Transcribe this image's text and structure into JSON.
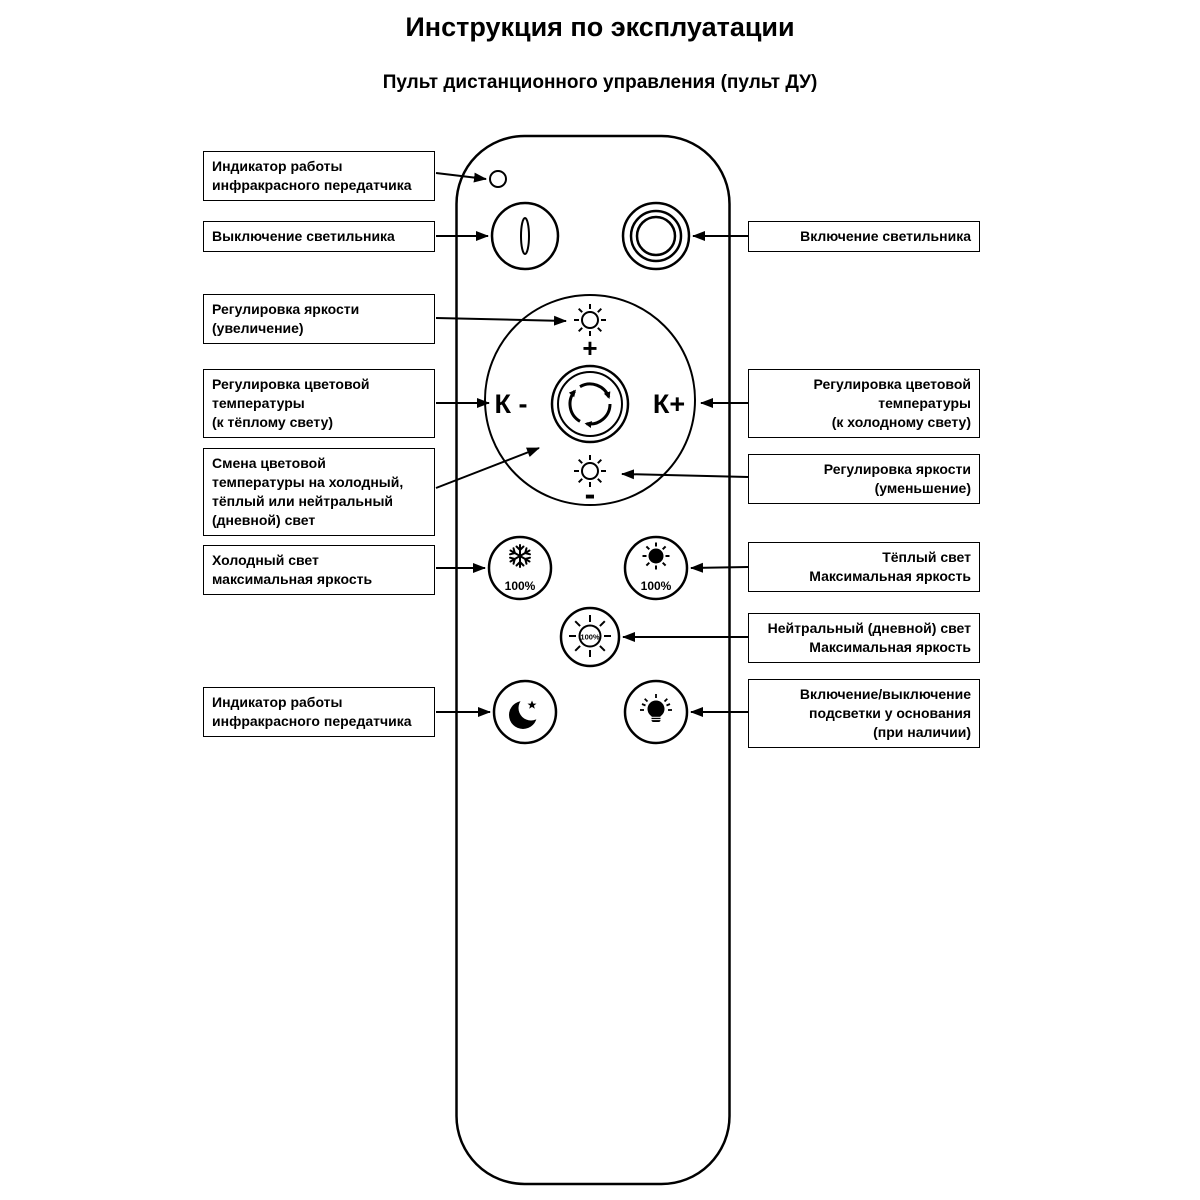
{
  "page": {
    "title": "Инструкция по эксплуатации",
    "subtitle": "Пульт дистанционного управления (пульт ДУ)"
  },
  "remote": {
    "k_minus": "К -",
    "k_plus": "К+",
    "plus": "+",
    "minus": "-",
    "pct_cold": "100%",
    "pct_warm": "100%",
    "pct_neutral": "100%"
  },
  "callouts": {
    "left": [
      {
        "label": "Индикатор работы\nинфракрасного передатчика"
      },
      {
        "label": "Выключение светильника"
      },
      {
        "label": "Регулировка яркости\n(увеличение)"
      },
      {
        "label": "Регулировка цветовой\nтемпературы\n(к тёплому свету)"
      },
      {
        "label": "Смена цветовой\nтемпературы на холодный,\nтёплый или нейтральный\n(дневной) свет"
      },
      {
        "label": "Холодный свет\nмаксимальная яркость"
      },
      {
        "label": "Индикатор работы\nинфракрасного передатчика"
      }
    ],
    "right": [
      {
        "label": "Включение светильника"
      },
      {
        "label": "Регулировка цветовой\nтемпературы\n(к холодному свету)"
      },
      {
        "label": "Регулировка яркости\n(уменьшение)"
      },
      {
        "label": "Тёплый свет\nМаксимальная яркость"
      },
      {
        "label": "Нейтральный (дневной) свет\nМаксимальная яркость"
      },
      {
        "label": "Включение/выключение\nподсветки у основания\n(при наличии)"
      }
    ]
  },
  "icons": {
    "ir_indicator": "small-circle",
    "power_off": "circle-with-bar",
    "power_on": "concentric-rings",
    "brightness_up": "sun-plus",
    "color_temp_wheel": "cycle-arrows",
    "brightness_down": "sun-minus",
    "cold_max": "snowflake",
    "warm_max": "sun-filled",
    "neutral_max": "sun-outline",
    "night_mode": "moon-star",
    "base_light": "bulb"
  },
  "colors": {
    "ink": "#000000",
    "paper": "#ffffff"
  }
}
